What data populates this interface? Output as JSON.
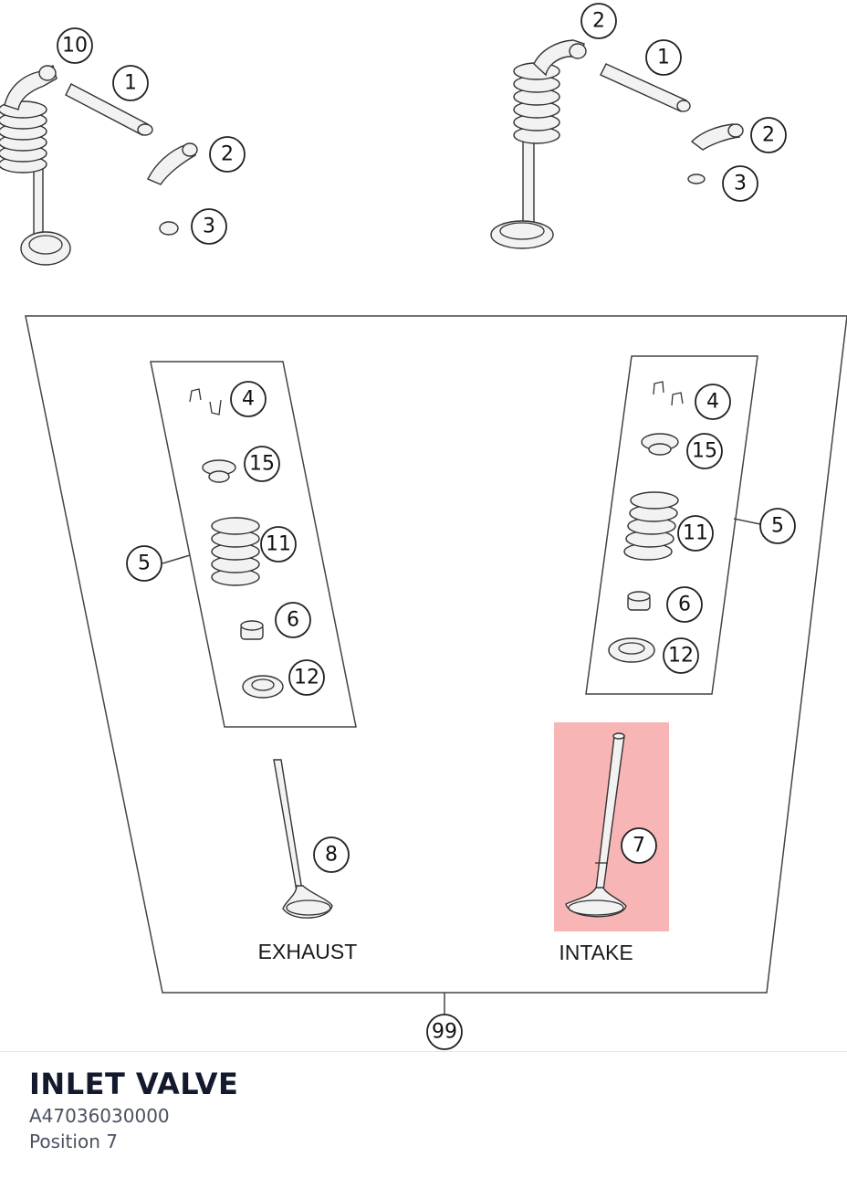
{
  "diagram": {
    "callouts": {
      "c10": "10",
      "c1a": "1",
      "c2a": "2",
      "c3a": "3",
      "c2b": "2",
      "c1b": "1",
      "c2c": "2",
      "c3b": "3",
      "c4a": "4",
      "c15a": "15",
      "c11a": "11",
      "c6a": "6",
      "c12a": "12",
      "c5a": "5",
      "c4b": "4",
      "c15b": "15",
      "c11b": "11",
      "c6b": "6",
      "c12b": "12",
      "c5b": "5",
      "c8": "8",
      "c7": "7",
      "c99": "99"
    },
    "labels": {
      "exhaust": "EXHAUST",
      "intake": "INTAKE"
    },
    "highlight_color": "#f7a8a8"
  },
  "info": {
    "title": "INLET VALVE",
    "part_number": "A47036030000",
    "position": "Position 7"
  }
}
